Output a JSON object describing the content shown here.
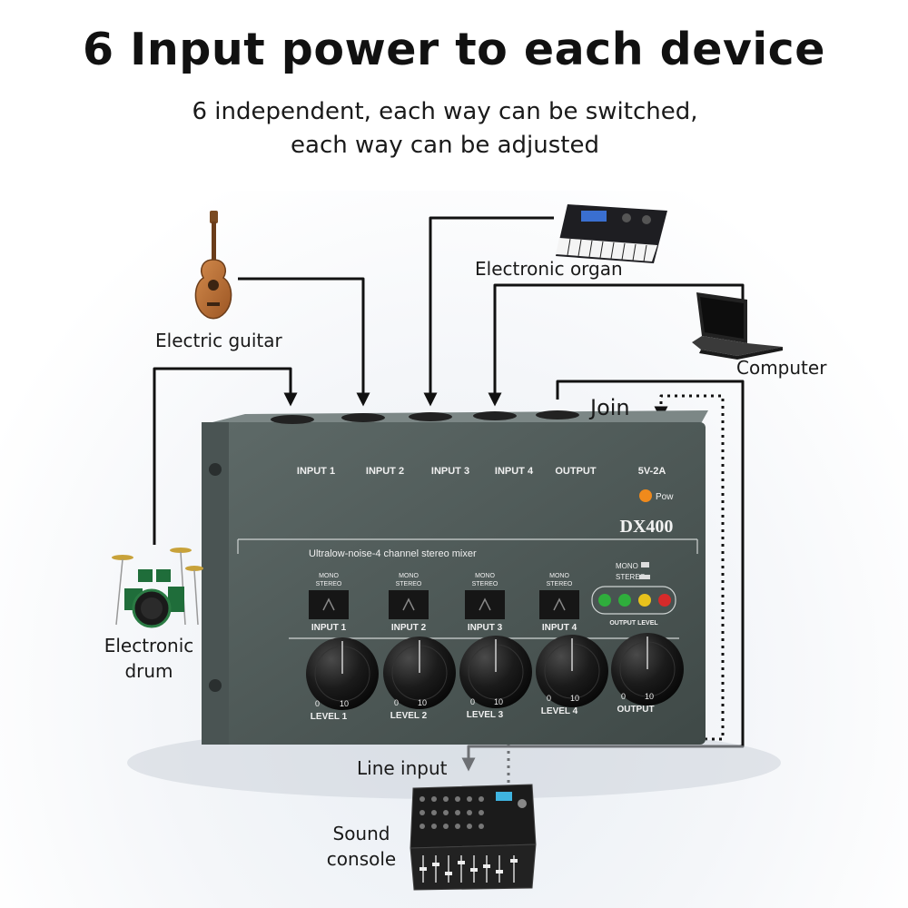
{
  "heading": {
    "title": "6 Input power to each device",
    "subtitle_line1": "6 independent, each way can be switched,",
    "subtitle_line2": "each way can be adjusted"
  },
  "devices": {
    "guitar": "Electric guitar",
    "organ": "Electronic organ",
    "computer": "Computer",
    "drum_line1": "Electronic",
    "drum_line2": "drum",
    "console_line1": "Sound",
    "console_line2": "console"
  },
  "connections": {
    "join": "Join",
    "line_input": "Line input"
  },
  "mixer": {
    "model": "DX400",
    "power_spec": "5V-2A",
    "power_led_label": "Pow",
    "banner": "Ultralow-noise-4 channel stereo mixer",
    "jacks": [
      "INPUT 1",
      "INPUT 2",
      "INPUT 3",
      "INPUT 4",
      "OUTPUT"
    ],
    "switch_top": "MONO",
    "switch_bottom": "STEREO",
    "switch_labels": [
      "INPUT 1",
      "INPUT 2",
      "INPUT 3",
      "INPUT 4"
    ],
    "knob_labels": [
      "LEVEL 1",
      "LEVEL 2",
      "LEVEL 3",
      "LEVEL 4",
      "OUTPUT"
    ],
    "knob_min": "0",
    "knob_max": "10",
    "meter_mono": "MONO",
    "meter_stereo": "STEREO",
    "meter_label": "OUTPUT LEVEL",
    "meter_colors": [
      "#2fae3c",
      "#2fae3c",
      "#e8c21c",
      "#d62a2a"
    ]
  }
}
